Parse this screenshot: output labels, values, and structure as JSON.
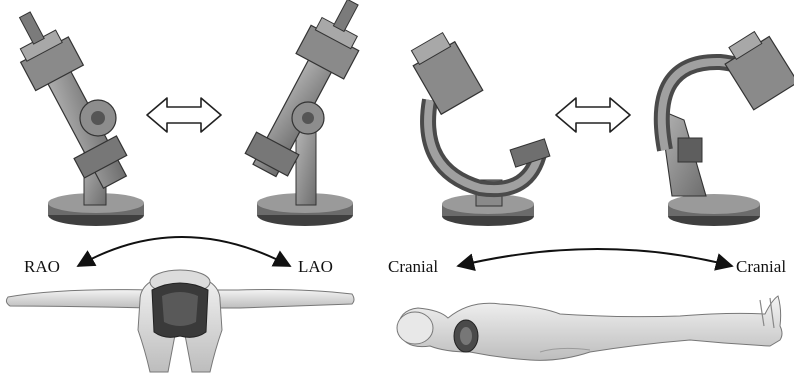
{
  "left_panel": {
    "view_left_label": "RAO",
    "view_right_label": "LAO"
  },
  "right_panel": {
    "view_left_label": "Cranial",
    "view_right_label": "Cranial"
  },
  "colors": {
    "device_fill": "#8f8f8f",
    "device_dark": "#4a4a4a",
    "device_light": "#c4c4c4",
    "base_fill": "#5a5a5a",
    "body_fill": "#e2e2e2",
    "body_outline": "#777777",
    "arrow_fill": "#ffffff",
    "arrow_stroke": "#222222",
    "curve_stroke": "#111111"
  },
  "icons": [
    "c-arm-icon",
    "double-arrow-icon",
    "patient-body-icon"
  ]
}
